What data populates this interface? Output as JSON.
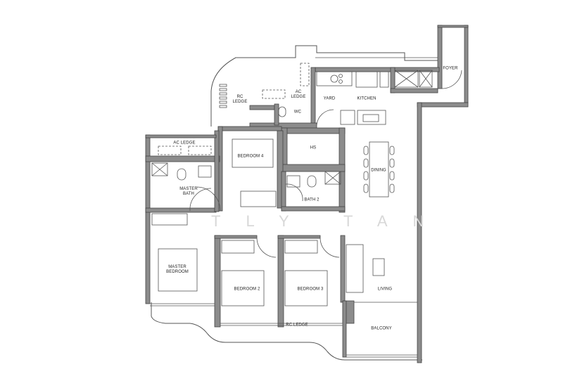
{
  "plan": {
    "type": "residential floor plan",
    "colors": {
      "wall": "#8c8c8c",
      "wall_outline": "#444444",
      "line": "#555555",
      "watermark": "#d8d8d8"
    },
    "watermark": "TLY TAN",
    "rooms": [
      {
        "id": "foyer",
        "label": "FOYER"
      },
      {
        "id": "kitchen",
        "label": "KITCHEN"
      },
      {
        "id": "yard",
        "label": "YARD"
      },
      {
        "id": "wc",
        "label": "WC"
      },
      {
        "id": "ac-ledge-upper",
        "label": "AC\nLEDGE"
      },
      {
        "id": "rc-ledge-upper",
        "label": "RC\nLEDGE"
      },
      {
        "id": "ac-ledge-left",
        "label": "AC LEDGE"
      },
      {
        "id": "bedroom4",
        "label": "BEDROOM 4"
      },
      {
        "id": "hs",
        "label": "HS"
      },
      {
        "id": "dining",
        "label": "DINING"
      },
      {
        "id": "master-bath",
        "label": "MASTER\nBATH"
      },
      {
        "id": "bath2",
        "label": "BATH 2"
      },
      {
        "id": "master-bedroom",
        "label": "MASTER\nBEDROOM"
      },
      {
        "id": "bedroom2",
        "label": "BEDROOM 2"
      },
      {
        "id": "bedroom3",
        "label": "BEDROOM 3"
      },
      {
        "id": "living",
        "label": "LIVING"
      },
      {
        "id": "balcony",
        "label": "BALCONY"
      },
      {
        "id": "rc-ledge-lower",
        "label": "RC LEDGE"
      }
    ]
  }
}
